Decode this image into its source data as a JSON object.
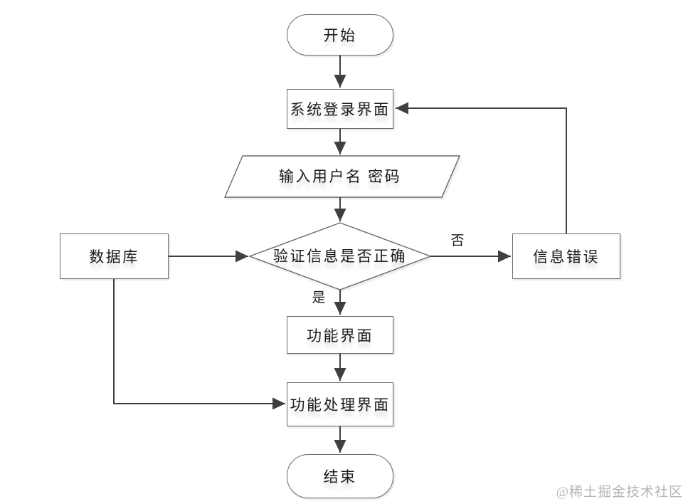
{
  "colors": {
    "line": "#3f3f3f",
    "border": "#6a6a6a",
    "text": "#1c1c1c",
    "watermark": "#b4b4b4",
    "background": "#ffffff"
  },
  "nodes": {
    "start": "开始",
    "login": "系统登录界面",
    "input": "输入用户名 密码",
    "verify": "验证信息是否正确",
    "database": "数据库",
    "error": "信息错误",
    "function_ui": "功能界面",
    "function_process": "功能处理界面",
    "end": "结束"
  },
  "edge_labels": {
    "yes": "是",
    "no": "否"
  },
  "watermark": "@稀土掘金技术社区"
}
